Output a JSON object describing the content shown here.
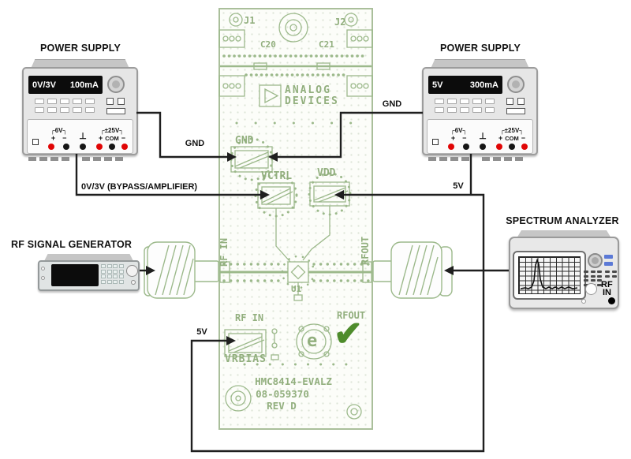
{
  "ps_left": {
    "title": "POWER SUPPLY",
    "voltage": "0V/3V",
    "current": "100mA",
    "out1_label": "6V",
    "out2_label": "±25V",
    "com_label": "COM",
    "plus": "+",
    "minus": "−",
    "gnd_symbol": "⊥",
    "brk_l": "┌",
    "brk_r": "┐"
  },
  "ps_right": {
    "title": "POWER SUPPLY",
    "voltage": "5V",
    "current": "300mA",
    "out1_label": "6V",
    "out2_label": "±25V",
    "com_label": "COM",
    "plus": "+",
    "minus": "−",
    "gnd_symbol": "⊥",
    "brk_l": "┌",
    "brk_r": "┐"
  },
  "gen": {
    "title": "RF SIGNAL GENERATOR"
  },
  "sa": {
    "title": "SPECTRUM ANALYZER",
    "rf": "RF",
    "in": "IN"
  },
  "wires": {
    "gnd_left": "GND",
    "bypass": "0V/3V (BYPASS/AMPLIFIER)",
    "gnd_right": "GND",
    "v5_top": "5V",
    "v5_bottom": "5V"
  },
  "pcb": {
    "j1": "J1",
    "j2": "J2",
    "c20": "C20",
    "c21": "C21",
    "brand1": "ANALOG",
    "brand2": "DEVICES",
    "gnd": "GND",
    "vctrl": "VCTRL",
    "vdd": "VDD",
    "rfin_v": "RF IN",
    "rfout_v": "RFOUT",
    "rfin_h": "RF IN",
    "rfout_h": "RFOUT",
    "u1": "U1",
    "vrbias": "VRBIAS",
    "part": "HMC8414-EVALZ",
    "code": "08-059370",
    "rev": "REV D",
    "elogo": "e",
    "check": "✔"
  },
  "colors": {
    "pcb_green": "#9cb98b",
    "check_green": "#4e8c2c",
    "wire": "#1f1f1f",
    "accent_blue": "#5b79d6",
    "terminal_red": "#e00505"
  }
}
